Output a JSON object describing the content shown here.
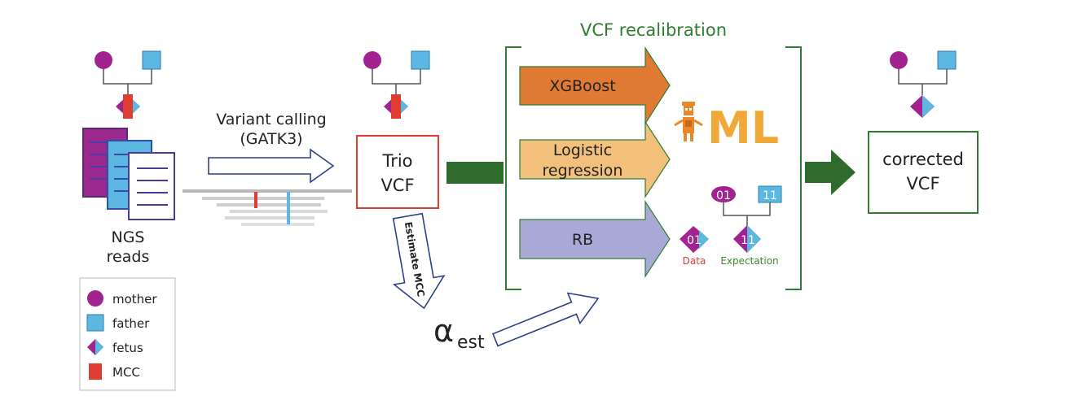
{
  "section_title": "VCF recalibration",
  "ngs": {
    "line1": "NGS",
    "line2": "reads"
  },
  "variant_calling": {
    "line1": "Variant calling",
    "line2": "(GATK3)"
  },
  "trio_vcf": {
    "line1": "Trio",
    "line2": "VCF"
  },
  "estimate_label": "Estimate MCC",
  "alpha": {
    "symbol": "α",
    "subscript": "est"
  },
  "methods": {
    "xgboost": "XGBoost",
    "logistic_line1": "Logistic",
    "logistic_line2": "regression",
    "rb": "RB"
  },
  "ml_label": "ML",
  "genotypes": {
    "mother": "01",
    "father": "11",
    "data": "01",
    "expectation": "11"
  },
  "rb_labels": {
    "data": "Data",
    "expectation": "Expectation"
  },
  "corrected_vcf": {
    "line1": "corrected",
    "line2": "VCF"
  },
  "legend": [
    {
      "label": "mother",
      "icon": "circle",
      "color": "#a2238f"
    },
    {
      "label": "father",
      "icon": "square",
      "color": "#5cb8e0"
    },
    {
      "label": "fetus",
      "icon": "diamond",
      "color": "#a2238f"
    },
    {
      "label": "MCC",
      "icon": "square",
      "color": "#e03c31"
    }
  ],
  "colors": {
    "mother": "#a2238f",
    "father": "#5cb8e0",
    "mcc": "#e03c31",
    "green": "#2e7d32",
    "dark_green": "#2f6b2c",
    "xgboost": "#e07a33",
    "logistic": "#f3c07b",
    "rb": "#a9a9d6",
    "ml": "#f0b040",
    "ml_dark": "#e8882a",
    "data_red": "#e03c31",
    "expectation_green": "#3a8a2a"
  }
}
